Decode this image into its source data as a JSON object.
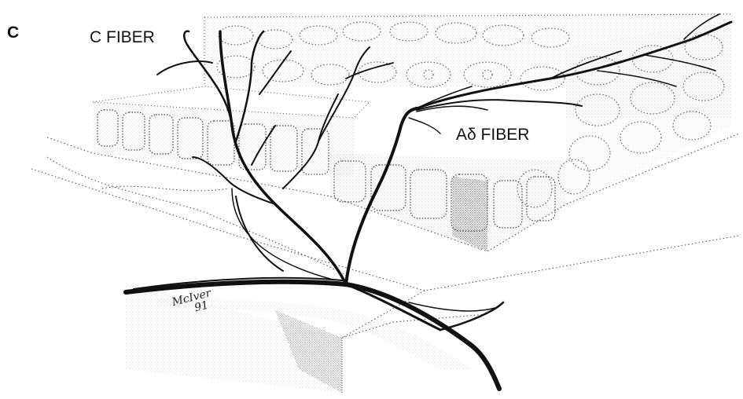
{
  "panel_label": "C",
  "labels": {
    "c_fiber": "C FIBER",
    "a_delta_fiber": "Aδ FIBER"
  },
  "signature": {
    "name": "McIver",
    "year": "91"
  },
  "colors": {
    "ink": "#111111",
    "stipple": "#444444",
    "background": "#ffffff"
  }
}
